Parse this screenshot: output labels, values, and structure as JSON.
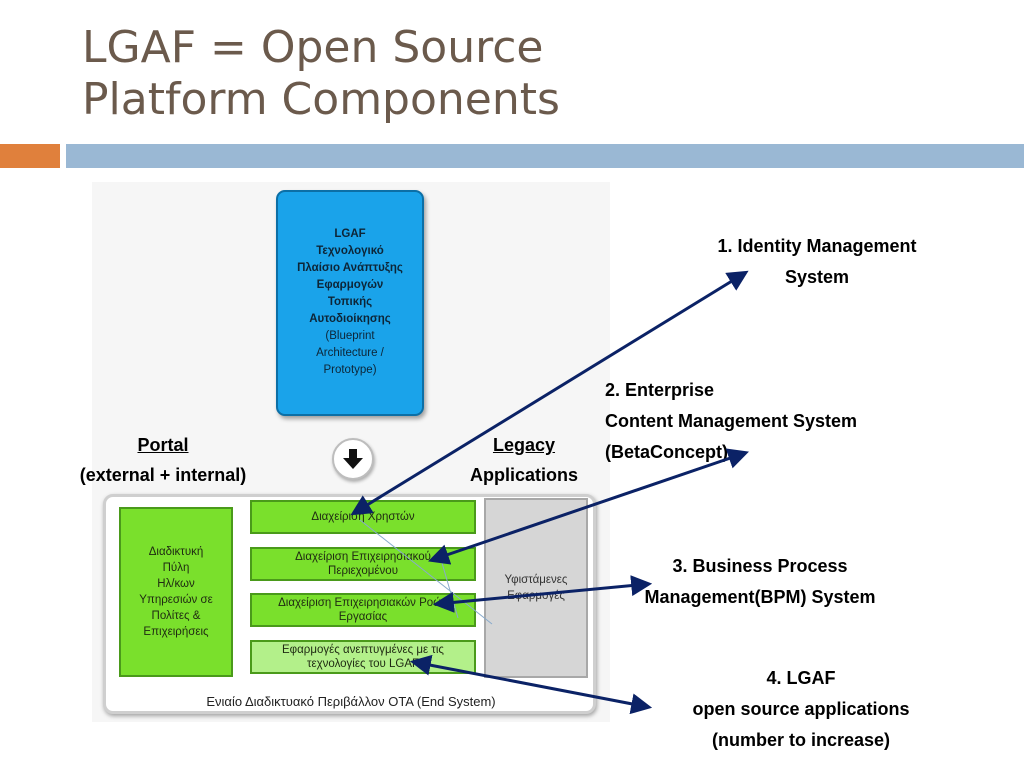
{
  "slide": {
    "title_line1": "LGAF = Open Source",
    "title_line2": "Platform Components"
  },
  "diagram": {
    "lgaf_card": {
      "line1": "LGAF",
      "line2": "Τεχνολογικό",
      "line3": "Πλαίσιο Ανάπτυξης",
      "line4": "Εφαρμογών",
      "line5": "Τοπικής",
      "line6": "Αυτοδιοίκησης",
      "line7": "(Blueprint",
      "line8": "Architecture /",
      "line9": "Prototype)"
    },
    "portal_label": "Portal",
    "portal_sub": "(external + internal)",
    "legacy_label": "Legacy",
    "legacy_sub": "Applications",
    "portal_box": {
      "line1": "Διαδικτυκή",
      "line2": "Πύλη",
      "line3": "Ηλ/κων",
      "line4": "Υπηρεσιών σε",
      "line5": "Πολίτες &",
      "line6": "Επιχειρήσεις"
    },
    "components": [
      {
        "line1": "Διαχείριση Χρηστών",
        "line2": ""
      },
      {
        "line1": "Διαχείριση Επιχειρησιακού",
        "line2": "Περιεχομένου"
      },
      {
        "line1": "Διαχείριση Επιχειρησιακών Ροών",
        "line2": "Εργασίας"
      },
      {
        "line1": "Εφαρμογές ανεπτυγμένες με τις",
        "line2": "τεχνολογίες του LGAF"
      }
    ],
    "legacy_box": {
      "line1": "Υφιστάμενες",
      "line2": "Εφαρμογές"
    },
    "end_system": "Ενιαίο Διαδικτυακό Περιβάλλον ΟΤΑ (End System)"
  },
  "callouts": [
    {
      "line1": "1. Identity Management",
      "line2": "System",
      "line3": ""
    },
    {
      "line1": "2. Enterprise",
      "line2": "Content Management System",
      "line3": "(BetaConcept)"
    },
    {
      "line1": "3. Business Process",
      "line2": "Management(BPM) System",
      "line3": ""
    },
    {
      "line1": "4. LGAF",
      "line2": "open source applications",
      "line3": "(number to increase)"
    }
  ],
  "colors": {
    "title": "#6b5a4c",
    "accent_orange": "#e0803c",
    "accent_blue": "#9ab8d4",
    "card_blue": "#1aa3ea",
    "component_green": "#7ae02c",
    "arrow_navy": "#0b2266"
  },
  "icons": {
    "down_button": "down-arrow-icon"
  }
}
